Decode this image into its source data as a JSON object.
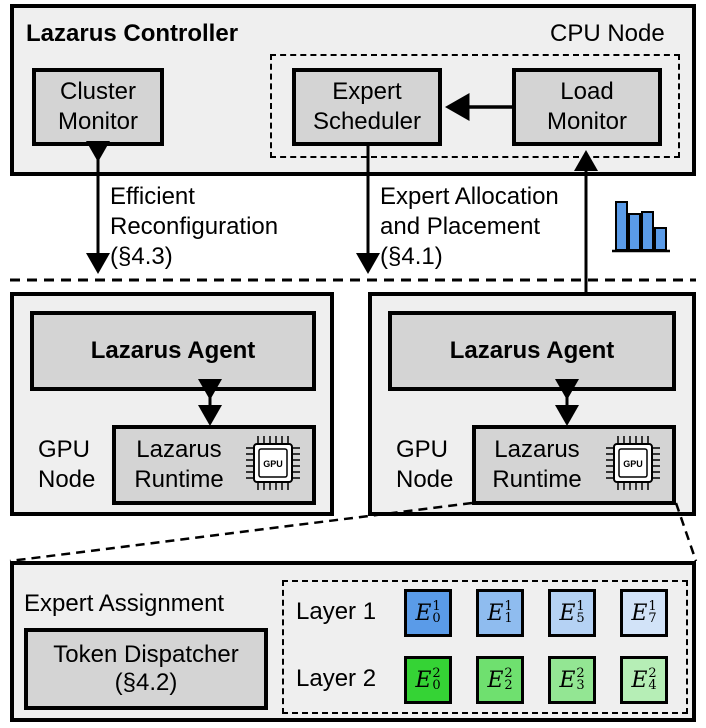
{
  "controller": {
    "title": "Lazarus Controller",
    "cpu_node_label": "CPU Node",
    "cluster_monitor": "Cluster\nMonitor",
    "expert_scheduler": "Expert\nScheduler",
    "load_monitor": "Load\nMonitor"
  },
  "links": {
    "left_label_1": "Efficient",
    "left_label_2": "Reconfiguration",
    "left_label_3": "(§4.3)",
    "mid_label_1": "Expert Allocation",
    "mid_label_2": "and Placement",
    "mid_label_3": "(§4.1)"
  },
  "gpu_nodes": [
    {
      "agent": "Lazarus Agent",
      "node_label_1": "GPU",
      "node_label_2": "Node",
      "runtime_1": "Lazarus",
      "runtime_2": "Runtime",
      "chip": "GPU"
    },
    {
      "agent": "Lazarus Agent",
      "node_label_1": "GPU",
      "node_label_2": "Node",
      "runtime_1": "Lazarus",
      "runtime_2": "Runtime",
      "chip": "GPU"
    }
  ],
  "assignment": {
    "title": "Expert Assignment",
    "dispatcher_1": "Token Dispatcher",
    "dispatcher_2": "(§4.2)",
    "layers": [
      {
        "label": "Layer 1",
        "experts": [
          {
            "sub": "0",
            "sup": "1",
            "color": "#5a9be8"
          },
          {
            "sub": "1",
            "sup": "1",
            "color": "#8fbcef"
          },
          {
            "sub": "5",
            "sup": "1",
            "color": "#b5d2f4"
          },
          {
            "sub": "7",
            "sup": "1",
            "color": "#d2e3f8"
          }
        ]
      },
      {
        "label": "Layer 2",
        "experts": [
          {
            "sub": "0",
            "sup": "2",
            "color": "#35d335"
          },
          {
            "sub": "2",
            "sup": "2",
            "color": "#6fe06f"
          },
          {
            "sub": "3",
            "sup": "2",
            "color": "#93e693"
          },
          {
            "sub": "4",
            "sup": "2",
            "color": "#b6eeb6"
          }
        ]
      }
    ]
  },
  "colors": {
    "blue_chart": "#5a9be8"
  }
}
